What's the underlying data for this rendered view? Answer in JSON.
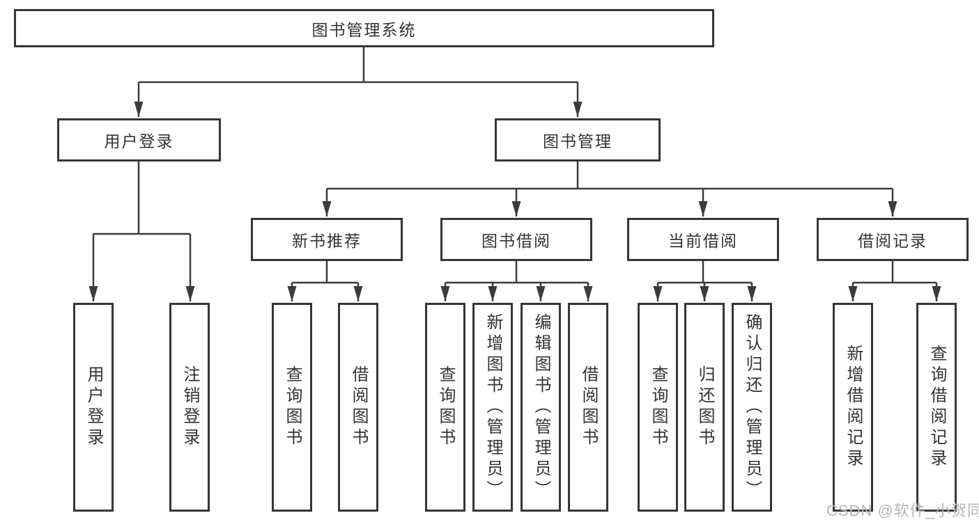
{
  "diagram_title": "图书管理系统",
  "nodes": {
    "root": "图书管理系统",
    "user_login": "用户登录",
    "book_management": "图书管理",
    "new_book_rec": "新书推荐",
    "book_borrow": "图书借阅",
    "current_borrow": "当前借阅",
    "borrow_records": "借阅记录",
    "ul_user_login": "用户登录",
    "ul_logout": "注销登录",
    "nb_query_books": "查询图书",
    "nb_borrow_books": "借阅图书",
    "bb_query_books": "查询图书",
    "bb_add_books": "新增图书（管理员）",
    "bb_edit_books": "编辑图书（管理员）",
    "bb_borrow_books": "借阅图书",
    "cb_query_books": "查询图书",
    "cb_return_books": "归还图书",
    "cb_confirm_return": "确认归还（管理员）",
    "br_add_record": "新增借阅记录",
    "br_query_record": "查询借阅记录"
  },
  "watermark": "CSDN @软件_小贺同学",
  "colors": {
    "line": "#3b3b3b",
    "box_border": "#363636",
    "text": "#333333",
    "watermark": "#b5b5b5",
    "background": "#ffffff"
  }
}
